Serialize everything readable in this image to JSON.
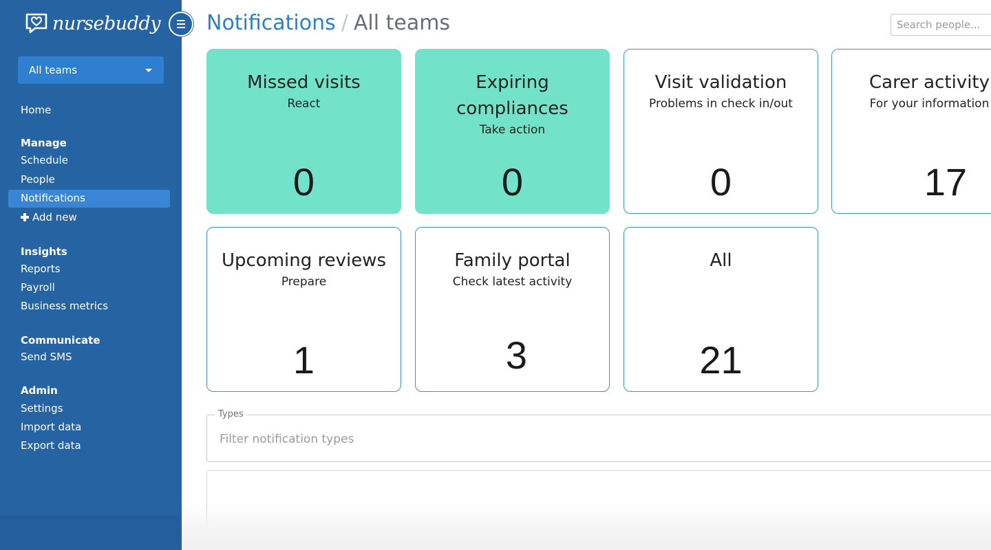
{
  "brand": {
    "name": "nursebuddy"
  },
  "sidebar": {
    "team_select": "All teams",
    "items": {
      "home": "Home",
      "manage_heading": "Manage",
      "schedule": "Schedule",
      "people": "People",
      "notifications": "Notifications",
      "add_new": "Add new",
      "insights_heading": "Insights",
      "reports": "Reports",
      "payroll": "Payroll",
      "business_metrics": "Business metrics",
      "communicate_heading": "Communicate",
      "send_sms": "Send SMS",
      "admin_heading": "Admin",
      "settings": "Settings",
      "import_data": "Import data",
      "export_data": "Export data"
    },
    "active_item": "notifications"
  },
  "header": {
    "breadcrumb_link": "Notifications",
    "breadcrumb_separator": "/",
    "breadcrumb_current": "All teams",
    "search_placeholder": "Search people..."
  },
  "cards": {
    "missed_visits": {
      "title": "Missed visits",
      "subtitle": "React",
      "count": "0",
      "highlight": true
    },
    "expiring_compliances": {
      "title": "Expiring compliances",
      "subtitle": "Take action",
      "count": "0",
      "highlight": true
    },
    "visit_validation": {
      "title": "Visit validation",
      "subtitle": "Problems in check in/out",
      "count": "0",
      "highlight": false
    },
    "carer_activity": {
      "title": "Carer activity",
      "subtitle": "For your information",
      "count": "17",
      "highlight": false
    },
    "upcoming_reviews": {
      "title": "Upcoming reviews",
      "subtitle": "Prepare",
      "count": "1",
      "highlight": false
    },
    "family_portal": {
      "title": "Family portal",
      "subtitle": "Check latest activity",
      "count": "3",
      "highlight": false
    },
    "all": {
      "title": "All",
      "subtitle": "",
      "count": "21",
      "highlight": false
    }
  },
  "filter": {
    "label": "Types",
    "placeholder": "Filter notification types"
  },
  "colors": {
    "sidebar": "#2563a3",
    "accent": "#2f7fc4",
    "highlight_card": "#72e3c9",
    "card_border": "#3d90cf"
  }
}
